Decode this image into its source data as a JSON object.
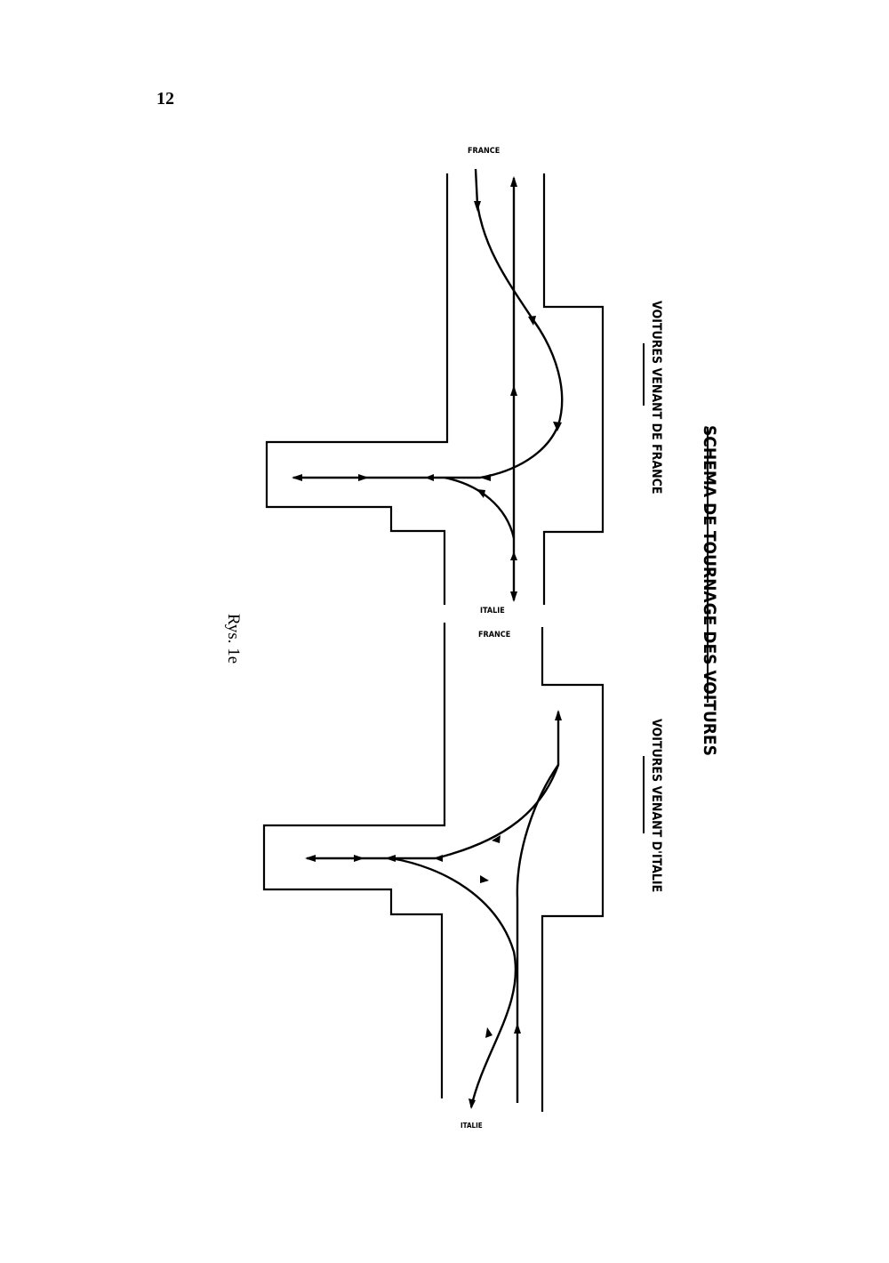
{
  "page_number": "12",
  "caption": "Rys. 1e",
  "diagram": {
    "title": "SCHEMA DE TOURNAGE DES VOITURES",
    "top": {
      "heading": "VOITURES VENANT DE FRANCE",
      "label_top": "FRANCE",
      "label_bottom": "ITALIE"
    },
    "bottom": {
      "heading": "VOITURES VENANT D'ITALIE",
      "label_top": "FRANCE",
      "label_bottom": "ITALIE"
    }
  }
}
